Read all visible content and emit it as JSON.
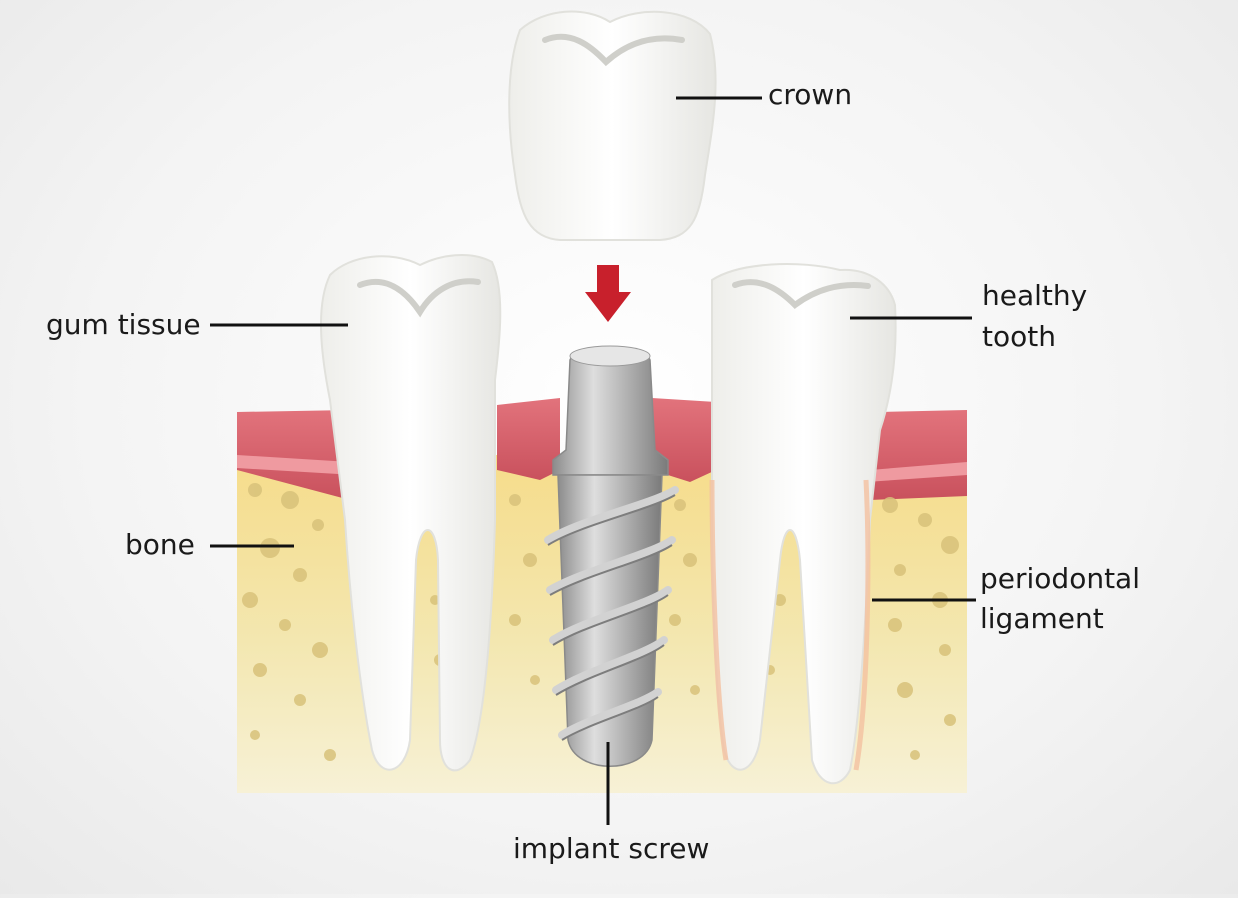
{
  "labels": {
    "crown": "crown",
    "gum_tissue": "gum tissue",
    "healthy_tooth_line1": "healthy",
    "healthy_tooth_line2": "tooth",
    "bone": "bone",
    "periodontal_line1": "periodontal",
    "periodontal_line2": "ligament",
    "implant_screw": "implant screw"
  },
  "colors": {
    "gum": "#d9606c",
    "gum_light": "#ef9aa0",
    "bone": "#f3e3a4",
    "bone_speckle": "#d8c27a",
    "tooth": "#fbfbf8",
    "implant": "#a9a9a9",
    "arrow": "#c8202c"
  }
}
